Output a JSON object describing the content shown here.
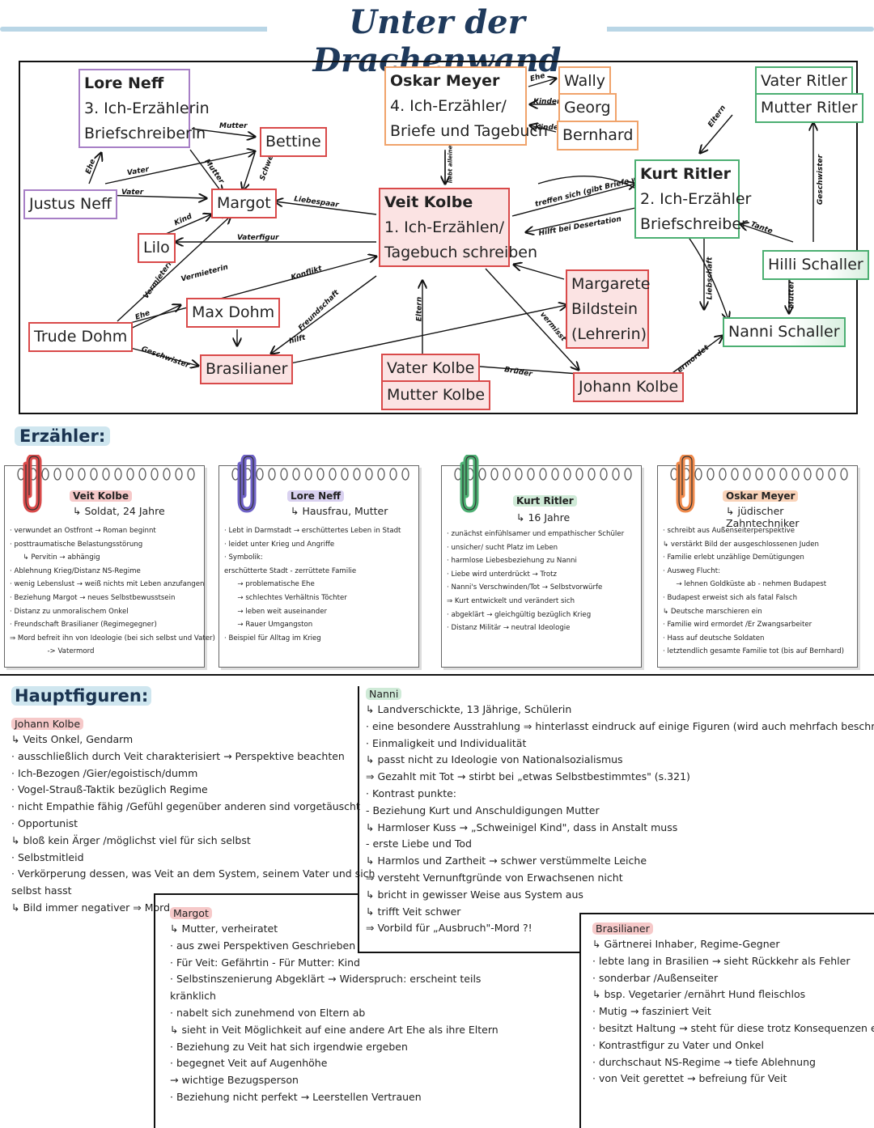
{
  "title": "Unter der Drachenwand",
  "diagram": {
    "nodes": {
      "lore": [
        "Lore Neff",
        "3. Ich-Erzählerin",
        "Briefschreiberin"
      ],
      "oskar": [
        "Oskar Meyer",
        "4. Ich-Erzähler/",
        "Briefe und Tagebuch"
      ],
      "wally": "Wally",
      "georg": "Georg",
      "bernhard": "Bernhard",
      "vater_ritler": "Vater Ritler",
      "mutter_ritler": "Mutter Ritler",
      "bettine": "Bettine",
      "justus": "Justus Neff",
      "margot": "Margot",
      "veit": [
        "Veit Kolbe",
        "1. Ich-Erzählen/",
        "Tagebuch schreiben"
      ],
      "kurt": [
        "Kurt Ritler",
        "2. Ich-Erzähler",
        "Briefschreiber"
      ],
      "lilo": "Lilo",
      "hilli": "Hilli Schaller",
      "margarete": [
        "Margarete",
        "Bildstein",
        "(Lehrerin)"
      ],
      "max": "Max Dohm",
      "trude": "Trude Dohm",
      "nanni": "Nanni Schaller",
      "brasilianer": "Brasilianer",
      "vater_kolbe": "Vater Kolbe",
      "mutter_kolbe": "Mutter Kolbe",
      "johann": "Johann Kolbe"
    },
    "edge_labels": {
      "ehe_oskar": "Ehe",
      "kinder_oskar": "Kinder",
      "kinder2": "Kinder",
      "eltern_kurt": "Eltern",
      "geschwister": "Geschwister",
      "mutter_lore": "Mutter",
      "ehe_lore": "Ehe",
      "vater1": "Vater",
      "vater2": "Vater",
      "mutter_margot": "Mutter",
      "schwester": "Schwester",
      "liebespaar": "Liebespaar",
      "treffen": "treffen sich (gibt Briefe weiter)",
      "hilft": "Hilft bei Desertation",
      "tante": "Tante",
      "mutter_nanni": "Mutter",
      "vaterfigur": "Vaterfigur",
      "kind_lilo": "Kind",
      "vermieterin1": "Vermieterin",
      "vermieterin2": "Vermieterin",
      "konflikt": "Konflikt",
      "freundschaft": "Freundschaft",
      "hilft2": "hilft",
      "ehe_dohm": "Ehe",
      "geschwister2": "Geschwister",
      "leiebt_alleine": "liebt alleine",
      "eltern_veit": "Eltern",
      "bruder": "Brüder",
      "vermisst": "vermisst",
      "liebschaft": "Liebschaft",
      "ermordet": "ermordet"
    }
  },
  "erzaehler": {
    "heading": "Erzähler:",
    "cards": [
      {
        "name": "Veit Kolbe",
        "sub": "Soldat, 24 Jahre",
        "color": "#d94a4a",
        "lines": [
          "· verwundet an Ostfront → Roman beginnt",
          "· posttraumatische Belastungsstörung",
          "      ↳ Pervitin → abhängig",
          "· Ablehnung Krieg/Distanz NS-Regime",
          "· wenig Lebenslust → weiß nichts mit Leben anzufangen",
          "· Beziehung Margot → neues Selbstbewusstsein",
          "· Distanz zu unmoralischem Onkel",
          "· Freundschaft Brasilianer (Regimegegner)",
          "⇒ Mord befreit ihn von Ideologie (bei sich selbst und Vater)",
          "                 -> Vatermord"
        ]
      },
      {
        "name": "Lore Neff",
        "sub": "Hausfrau, Mutter",
        "color": "#6f62c7",
        "lines": [
          "· Lebt in Darmstadt → erschüttertes Leben in Stadt",
          "· leidet unter Krieg und Angriffe",
          "· Symbolik:",
          "erschütterte Stadt - zerrüttete Familie",
          "      → problematische Ehe",
          "      → schlechtes Verhältnis Töchter",
          "      → leben weit auseinander",
          "      → Rauer Umgangston",
          "· Beispiel für Alltag im Krieg"
        ]
      },
      {
        "name": "Kurt Ritler",
        "sub": "16 Jahre",
        "color": "#4caf72",
        "lines": [
          "· zunächst einfühlsamer und empathischer Schüler",
          "· unsicher/ sucht Platz im Leben",
          "· harmlose Liebesbeziehung zu Nanni",
          "· Liebe wird unterdrückt → Trotz",
          "· Nanni's Verschwinden/Tot → Selbstvorwürfe",
          "⇒ Kurt entwickelt und verändert sich",
          "· abgeklärt → gleichgültig bezüglich Krieg",
          "· Distanz Militär → neutral Ideologie"
        ]
      },
      {
        "name": "Oskar Meyer",
        "sub": "jüdischer Zahntechniker",
        "color": "#f08a4b",
        "lines": [
          "· schreibt aus Außenseiterperspektive",
          "↳ verstärkt Bild der ausgeschlossenen Juden",
          "· Familie erlebt unzählige Demütigungen",
          "· Ausweg Flucht:",
          "      → lehnen Goldküste ab - nehmen Budapest",
          "· Budapest erweist sich als fatal Falsch",
          "↳ Deutsche marschieren ein",
          "· Familie wird ermordet /Er Zwangsarbeiter",
          "· Hass auf deutsche Soldaten",
          "· letztendlich gesamte Familie tot (bis auf Bernhard)"
        ]
      }
    ]
  },
  "hauptfiguren": {
    "heading": "Hauptfiguren:",
    "johann": {
      "name": "Johann Kolbe",
      "lines": [
        "↳ Veits Onkel, Gendarm",
        "· ausschließlich durch Veit charakterisiert → Perspektive beachten",
        "· Ich-Bezogen /Gier/egoistisch/dumm",
        "· Vogel-Strauß-Taktik bezüglich Regime",
        "· nicht Empathie fähig /Gefühl gegenüber anderen sind vorgetäuscht",
        "· Opportunist",
        "↳ bloß kein Ärger /möglichst viel für sich selbst",
        "· Selbstmitleid",
        "· Verkörperung dessen, was Veit an dem System, seinem Vater und sich",
        "selbst hasst",
        "↳ Bild immer negativer ⇒ Mord"
      ]
    },
    "nanni": {
      "name": "Nanni",
      "lines": [
        "↳ Landverschickte, 13 Jährige, Schülerin",
        "· eine besondere Ausstrahlung ⇒ hinterlasst eindruck auf einige Figuren (wird auch mehrfach beschrieben)",
        "· Einmaligkeit und Individualität",
        "↳ passt nicht zu Ideologie von Nationalsozialismus",
        "⇒ Gezahlt mit Tot → stirbt bei „etwas Selbstbestimmtes\" (s.321)",
        "· Kontrast punkte:",
        "- Beziehung Kurt und Anschuldigungen Mutter",
        "↳ Harmloser Kuss → „Schweinigel Kind\", dass in Anstalt muss",
        "- erste Liebe und Tod",
        "↳ Harmlos und Zartheit → schwer verstümmelte Leiche",
        "⇒ versteht Vernunftgründe von Erwachsenen nicht",
        "↳ bricht in gewisser Weise aus System aus",
        "↳ trifft Veit schwer",
        "⇒ Vorbild für „Ausbruch\"-Mord ?!"
      ]
    },
    "margot": {
      "name": "Margot",
      "lines": [
        "↳ Mutter, verheiratet",
        "· aus zwei Perspektiven Geschrieben",
        "· Für Veit: Gefährtin - Für Mutter: Kind",
        "· Selbstinszenierung Abgeklärt → Widerspruch: erscheint teils",
        "kränklich",
        "· nabelt sich zunehmend von Eltern ab",
        "↳ sieht in Veit Möglichkeit auf eine andere Art Ehe als ihre Eltern",
        "· Beziehung zu Veit hat sich irgendwie ergeben",
        "· begegnet Veit auf Augenhöhe",
        "→ wichtige Bezugsperson",
        "· Beziehung nicht perfekt → Leerstellen Vertrauen"
      ]
    },
    "brasilianer": {
      "name": "Brasilianer",
      "lines": [
        "↳ Gärtnerei Inhaber, Regime-Gegner",
        "· lebte lang in Brasilien → sieht Rückkehr als Fehler",
        "· sonderbar /Außenseiter",
        "↳ bsp. Vegetarier /ernährt Hund fleischlos",
        "· Mutig → fasziniert Veit",
        "· besitzt Haltung → steht für diese trotz Konsequenzen ein",
        "· Kontrastfigur zu Vater und Onkel",
        "· durchschaut NS-Regime → tiefe Ablehnung",
        "· von Veit gerettet → befreiung für Veit"
      ]
    }
  },
  "colors": {
    "red": "#d94a4a",
    "purple": "#a77fc6",
    "orange": "#f0a36b",
    "green": "#4caf72",
    "heading_bg": "#cfe6ef",
    "title": "#1f3a5c"
  }
}
